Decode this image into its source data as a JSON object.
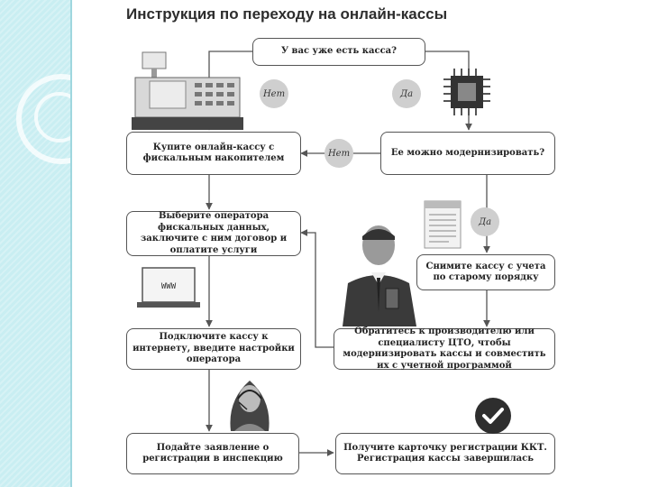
{
  "title": "Инструкция по переходу на онлайн-кассы",
  "nodes": {
    "q_have": "У вас уже есть касса?",
    "buy": "Купите онлайн-кассу с фискальным накопителем",
    "q_upgrade": "Ее можно модернизировать?",
    "choose_operator": "Выберите оператора фискальных данных, заключите с ним договор и оплатите услуги",
    "deregister": "Снимите кассу с учета по старому порядку",
    "connect": "Подключите кассу к интернету, введите настройки оператора",
    "contact": "Обратитесь к производителю или специалисту ЦТО, чтобы модернизировать кассы и совместить их с учетной программой",
    "apply": "Подайте заявление о регистрации в инспекцию",
    "card": "Получите карточку регистрации ККТ. Регистрация кассы завершилась"
  },
  "labels": {
    "no1": "Нет",
    "yes1": "Да",
    "no2": "Нет",
    "yes2": "Да"
  },
  "laptop_text": "WWW",
  "colors": {
    "sidebar": "#c9eef2",
    "line": "#555555",
    "circle": "#cfcfcf"
  }
}
